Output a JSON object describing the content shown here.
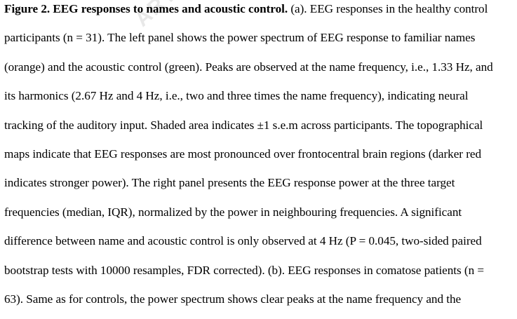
{
  "watermark": "ARTIC",
  "caption": {
    "title": "Figure 2. EEG responses to names and acoustic control.",
    "line1_rest": " (a). EEG responses in the healthy control",
    "lines": [
      "participants (n = 31). The left panel shows the power spectrum of EEG response to familiar names",
      "(orange) and the acoustic control (green). Peaks are observed at the name frequency, i.e., 1.33 Hz, and",
      "its harmonics (2.67 Hz and 4 Hz, i.e., two and three times the name frequency), indicating neural",
      "tracking of the auditory input. Shaded area indicates ±1 s.e.m across participants. The topographical",
      "maps indicate that EEG responses are most pronounced over frontocentral brain regions (darker red",
      "indicates stronger power). The right panel presents the EEG response power at the three target",
      "frequencies (median, IQR), normalized by the power in neighbouring frequencies. A significant",
      "difference between name and acoustic control is only observed at 4 Hz (P = 0.045, two-sided paired",
      "bootstrap tests with 10000 resamples, FDR corrected). (b). EEG responses in comatose patients (n =",
      "63). Same as for controls, the power spectrum shows clear peaks at the name frequency and the"
    ]
  }
}
